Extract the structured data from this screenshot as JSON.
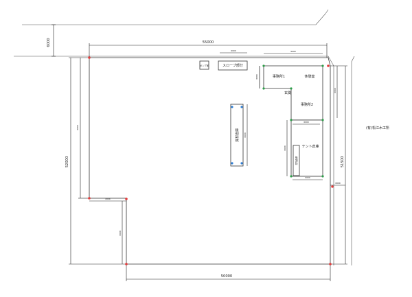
{
  "dimensions": {
    "d_6000": "6000",
    "d_55000_top": "55000",
    "d_52000_left": "52000",
    "d_50000_bottom": "50000",
    "d_51500_right": "51500"
  },
  "labels": {
    "pump": "ポンプ室",
    "slope": "スロープ部分",
    "office1": "事務所1",
    "restroom": "休憩室",
    "entrance": "玄関",
    "office2": "事務所2",
    "material_warehouse": "資材倉庫",
    "tent_warehouse": "テント倉庫",
    "storage_warehouse": "貯物倉庫",
    "neighbor": "(有)松江木工所"
  },
  "colors": {
    "red_marker": "#e23b3b",
    "green_marker": "#2e9e4a",
    "blue_marker": "#2f7fd6",
    "line": "#333333"
  }
}
